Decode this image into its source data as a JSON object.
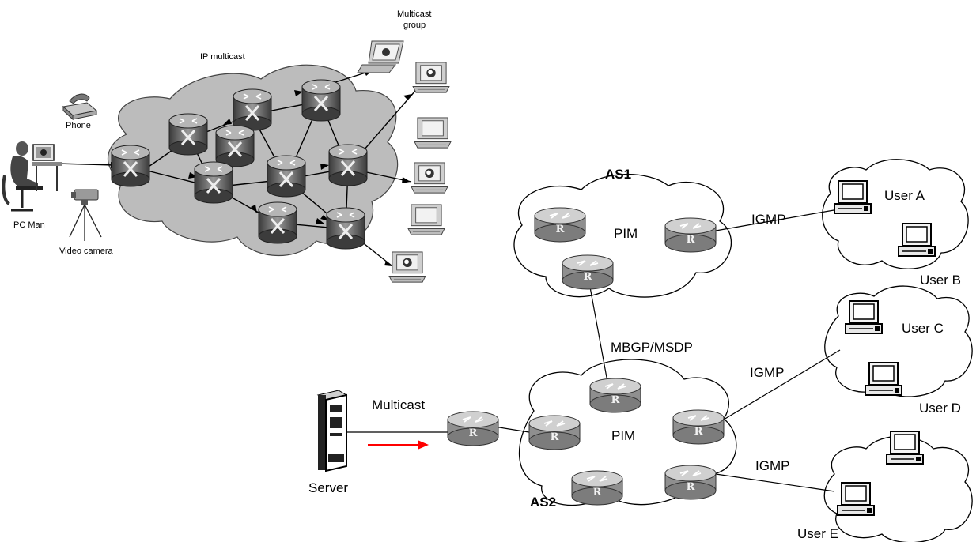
{
  "top_diagram": {
    "network_label": "IP multicast",
    "group_label_line1": "Multicast",
    "group_label_line2": "group",
    "phone_label": "Phone",
    "pcman_label": "PC Man",
    "camera_label": "Video camera"
  },
  "bottom_diagram": {
    "as1_label": "AS1",
    "as2_label": "AS2",
    "as1_protocol": "PIM",
    "as2_protocol": "PIM",
    "inter_as_link_label": "MBGP/MSDP",
    "server_label": "Server",
    "server_link_label": "Multicast",
    "igmp_a_label": "IGMP",
    "igmp_c_label": "IGMP",
    "igmp_e_label": "IGMP",
    "user_a": "User A",
    "user_b": "User B",
    "user_c": "User C",
    "user_d": "User D",
    "user_e": "User E",
    "router_glyph": "R",
    "router_icon": "router-icon",
    "arrow_color": "#ff0000"
  }
}
